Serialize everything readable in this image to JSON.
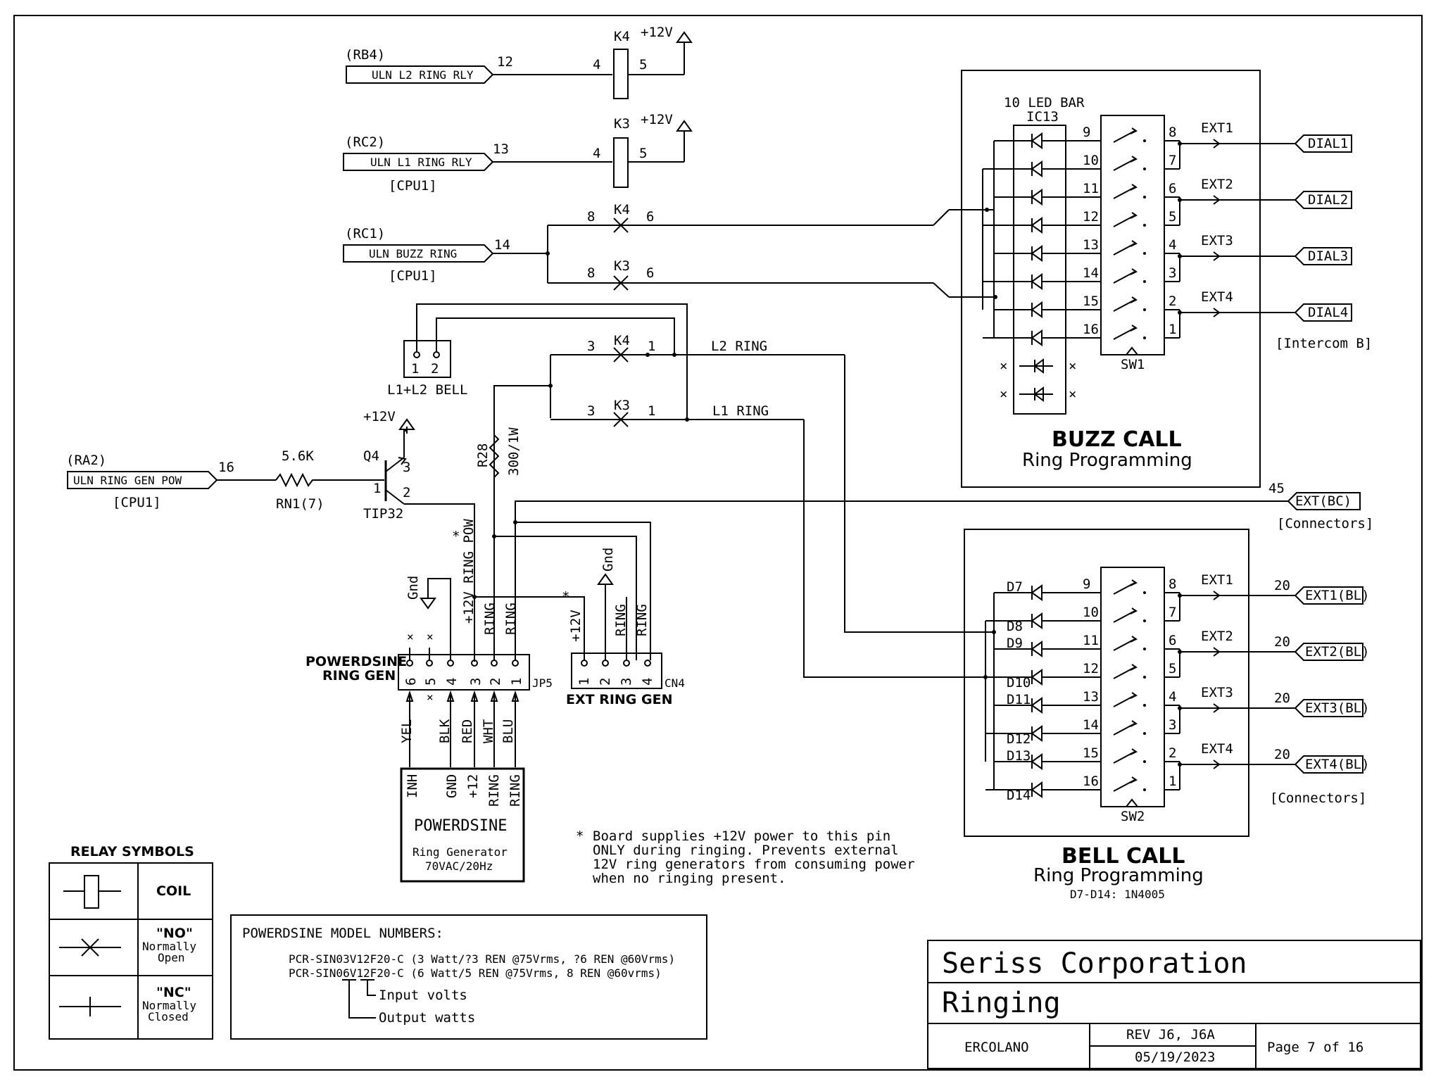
{
  "title_block": {
    "company": "Seriss Corporation",
    "sheet_title": "Ringing",
    "project": "ERCOLANO",
    "revision": "REV J6, J6A",
    "date": "05/19/2023",
    "page": "Page 7 of 16"
  },
  "relay_symbols": {
    "heading": "RELAY SYMBOLS",
    "coil": "COIL",
    "no_title": "\"NO\"",
    "no_l1": "Normally",
    "no_l2": "Open",
    "nc_title": "\"NC\"",
    "nc_l1": "Normally",
    "nc_l2": "Closed"
  },
  "model_numbers": {
    "heading": "POWERDSINE MODEL NUMBERS:",
    "line1": "PCR-SIN03V12F20-C (3 Watt/?3 REN @75Vrms, ?6 REN @60Vrms)",
    "line2": "PCR-SIN06V12F20-C (6 Watt/5 REN @75Vrms, 8 REN @60vrms)",
    "input_volts": "Input volts",
    "output_watts": "Output watts"
  },
  "note": {
    "star": "*",
    "l1": "Board supplies +12V power to this pin",
    "l2": "ONLY during ringing. Prevents external",
    "l3": "12V ring generators from consuming power",
    "l4": "when no ringing present."
  },
  "buzz_call": {
    "title": "BUZZ CALL",
    "subtitle": "Ring Programming",
    "led_label": "10 LED BAR",
    "led_ref": "IC13",
    "switch_ref": "SW1",
    "pins_left": [
      "9",
      "10",
      "11",
      "12",
      "13",
      "14",
      "15",
      "16"
    ],
    "pins_right": [
      "8",
      "7",
      "6",
      "5",
      "4",
      "3",
      "2",
      "1"
    ],
    "ext": [
      "EXT1",
      "EXT2",
      "EXT3",
      "EXT4"
    ],
    "dial": [
      "DIAL1",
      "DIAL2",
      "DIAL3",
      "DIAL4"
    ],
    "dial_note": "[Intercom B]",
    "x_mark": "×"
  },
  "bell_call": {
    "title": "BELL CALL",
    "subtitle": "Ring Programming",
    "diode_note": "D7-D14: 1N4005",
    "switch_ref": "SW2",
    "diodes": [
      "D7",
      "D8",
      "D9",
      "D10",
      "D11",
      "D12",
      "D13",
      "D14"
    ],
    "pins_left": [
      "9",
      "10",
      "11",
      "12",
      "13",
      "14",
      "15",
      "16"
    ],
    "pins_right": [
      "8",
      "7",
      "6",
      "5",
      "4",
      "3",
      "2",
      "1"
    ],
    "ext": [
      "EXT1",
      "EXT2",
      "EXT3",
      "EXT4"
    ],
    "ports": [
      "EXT1(BL)",
      "EXT2(BL)",
      "EXT3(BL)",
      "EXT4(BL)"
    ],
    "port_pin": "20",
    "ports_note": "[Connectors]",
    "extbc": "EXT(BC)",
    "extbc_pin": "45",
    "extbc_note": "[Connectors]"
  },
  "signals": {
    "rb4": "(RB4)",
    "uln_l2": "ULN L2 RING RLY",
    "pin12": "12",
    "rc2": "(RC2)",
    "uln_l1": "ULN L1 RING RLY",
    "pin13": "13",
    "cpu1": "[CPU1]",
    "rc1": "(RC1)",
    "uln_buzz": "ULN BUZZ RING",
    "pin14": "14",
    "ra2": "(RA2)",
    "uln_gen": "ULN RING GEN POW",
    "pin16": "16"
  },
  "relays": {
    "k4": "K4",
    "k3": "K3",
    "v12": "+12V",
    "p4": "4",
    "p5": "5",
    "p8": "8",
    "p6": "6",
    "p3": "3",
    "p1": "1",
    "l2ring": "L2 RING",
    "l1ring": "L1 RING"
  },
  "bell": {
    "label": "L1+L2 BELL",
    "p1": "1",
    "p2": "2"
  },
  "transistor": {
    "r_value": "5.6K",
    "r_ref": "RN1(7)",
    "q_ref": "Q4",
    "q_part": "TIP32",
    "v12": "+12V",
    "b": "1",
    "c": "2",
    "e": "3"
  },
  "r28": {
    "ref": "R28",
    "value": "300/1W"
  },
  "jp5": {
    "title1": "POWERDSINE",
    "title2": "RING GEN",
    "ref": "JP5",
    "gnd": "Gnd",
    "star": "*",
    "labels": [
      "+12V RING POW",
      "RING",
      "RING"
    ],
    "pins": [
      "6",
      "5",
      "4",
      "3",
      "2",
      "1"
    ],
    "x": "×",
    "wires": [
      "YEL",
      "BLK",
      "RED",
      "WHT",
      "BLU"
    ]
  },
  "cn4": {
    "title": "EXT RING GEN",
    "ref": "CN4",
    "gnd": "Gnd",
    "star": "*",
    "v12": "+12V",
    "ring": "RING",
    "pins": [
      "1",
      "2",
      "3",
      "4"
    ]
  },
  "module": {
    "pins": [
      "INH",
      "GND",
      "+12",
      "RING",
      "RING"
    ],
    "name": "POWERDSINE",
    "line1": "Ring Generator",
    "line2": "70VAC/20Hz"
  }
}
